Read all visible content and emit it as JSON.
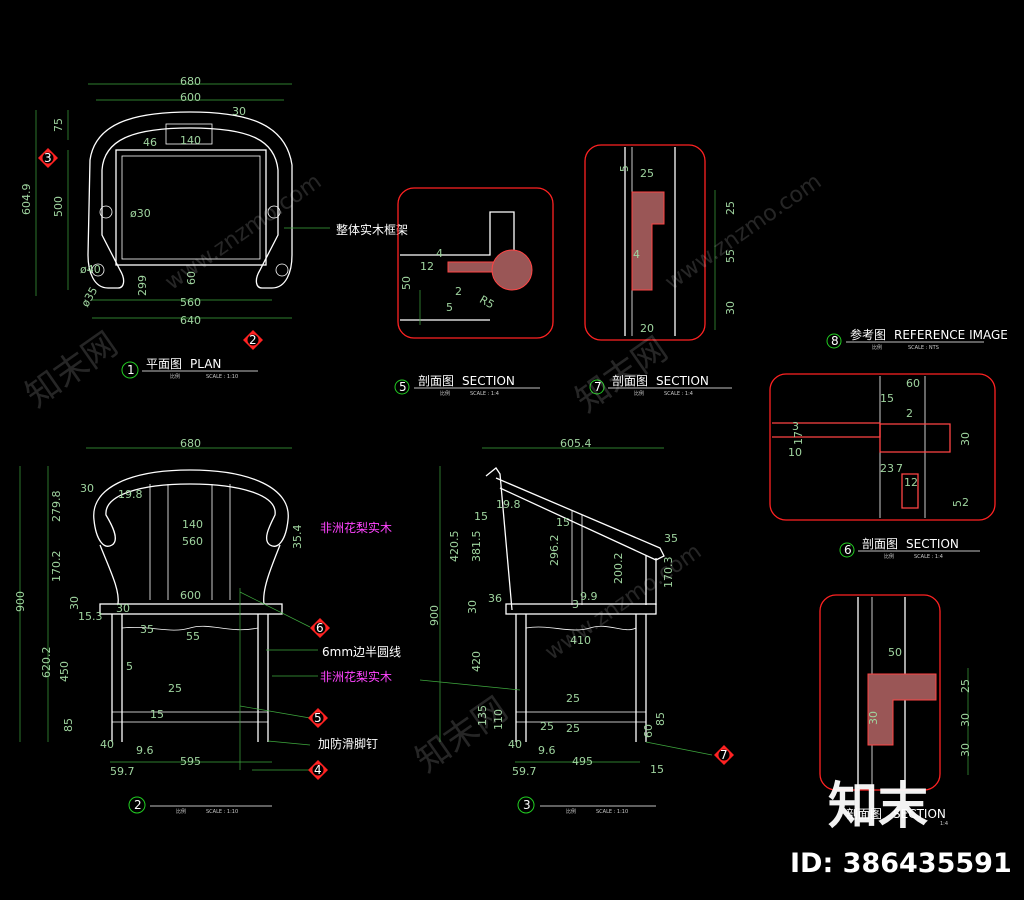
{
  "watermark": {
    "logo_text": "知末",
    "id_text": "ID: 386435591",
    "site_text": "www.znzmo.com",
    "side_text": "知末网"
  },
  "colors": {
    "background": "#000000",
    "outline": "#ffffff",
    "dimension": "#3ea83e",
    "section_frame": "#ff2222",
    "annotation_pink": "#ff44ff"
  },
  "plan": {
    "dims": [
      "680",
      "600",
      "30",
      "75",
      "46",
      "140",
      "604.9",
      "500",
      "ø30",
      "ø40",
      "60",
      "ø35",
      "299",
      "560",
      "640"
    ],
    "note": "整体实木框架",
    "title": {
      "num": "1",
      "cn": "平面图",
      "en": "PLAN",
      "small_cn": "比例",
      "scale": "SCALE : 1:10"
    },
    "markers": [
      "3",
      "2"
    ]
  },
  "section5": {
    "dims": [
      "12",
      "4",
      "2",
      "50",
      "5",
      "R5"
    ],
    "title": {
      "num": "5",
      "cn": "剖面图",
      "en": "SECTION",
      "small_cn": "比例",
      "scale": "SCALE : 1:4"
    }
  },
  "section7": {
    "dims": [
      "5",
      "25",
      "4",
      "25",
      "55",
      "30",
      "20"
    ],
    "title": {
      "num": "7",
      "cn": "剖面图",
      "en": "SECTION",
      "small_cn": "比例",
      "scale": "SCALE : 1:4"
    }
  },
  "reference": {
    "title": {
      "num": "8",
      "cn": "参考图",
      "en": "REFERENCE IMAGE",
      "small_cn": "比例",
      "scale": "SCALE : NTS"
    }
  },
  "section6": {
    "dims": [
      "60",
      "15",
      "3",
      "2",
      "17",
      "10",
      "30",
      "23",
      "7",
      "12",
      "5",
      "2"
    ],
    "title": {
      "num": "6",
      "cn": "剖面图",
      "en": "SECTION",
      "small_cn": "比例",
      "scale": "SCALE : 1:4"
    }
  },
  "section4": {
    "dims": [
      "50",
      "25",
      "30",
      "30",
      "30"
    ],
    "title": {
      "cn": "剖面图",
      "en": "SECTION",
      "scale": "1:4"
    }
  },
  "front": {
    "dims": [
      "680",
      "30",
      "19.8",
      "279.8",
      "140",
      "560",
      "35.4",
      "170.2",
      "600",
      "30",
      "30",
      "15.3",
      "35",
      "55",
      "900",
      "620.2",
      "5",
      "450",
      "25",
      "15",
      "85",
      "40",
      "9.6",
      "595",
      "59.7"
    ],
    "notes": [
      "非洲花梨实木",
      "6mm边半圆线",
      "非洲花梨实木",
      "加防滑脚钉"
    ],
    "markers": [
      "6",
      "5",
      "4"
    ],
    "title": {
      "num": "2",
      "small_cn": "比例",
      "scale": "SCALE : 1:10"
    }
  },
  "side": {
    "dims": [
      "605.4",
      "19.8",
      "15",
      "420.5",
      "381.5",
      "296.2",
      "15",
      "200.2",
      "35",
      "170.3",
      "36",
      "30",
      "3",
      "9.9",
      "900",
      "410",
      "420",
      "25",
      "135",
      "110",
      "25",
      "85",
      "60",
      "25",
      "40",
      "9.6",
      "59.7",
      "495",
      "15"
    ],
    "markers": [
      "7"
    ],
    "title": {
      "num": "3",
      "small_cn": "比例",
      "scale": "SCALE : 1:10"
    }
  }
}
